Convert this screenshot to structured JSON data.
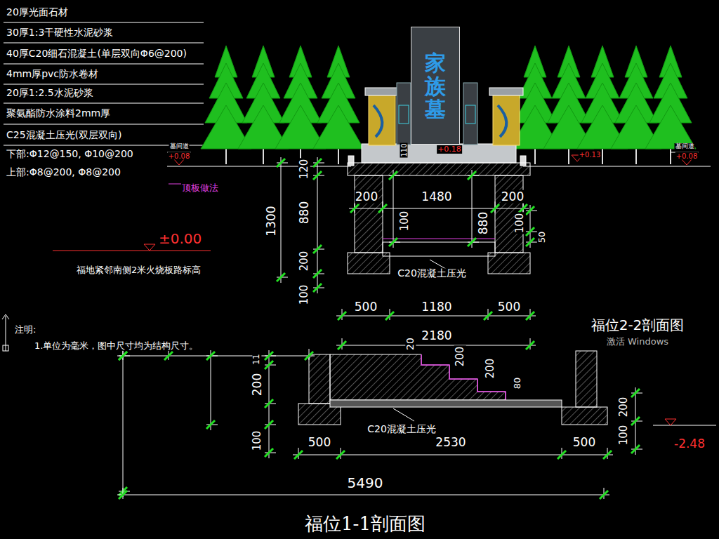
{
  "diagram": {
    "caption": "福位1-1剖面图",
    "nodes": [
      {
        "text": [
          "家族墓"
        ]
      }
    ],
    "labels": [
      "20厚光面石材",
      "30厚1:3干硬性水泥砂浆",
      "40厚C20细石混凝土(单层双向Φ6@200)",
      "4mm厚pvc防水卷材",
      "20厚1:2.5水泥砂浆",
      "聚氨酯防水涂料2mm厚",
      "C25混凝土压光(双层双向)",
      "下部:Φ12@150, Φ10@200",
      "上部:Φ8@200, Φ8@200",
      "顶板做法",
      "±0.00",
      "福地紧邻南侧2米火烧板路标高",
      "注明:",
      "1.单位为毫米，图中尺寸均为结构尺寸。",
      "墓间道",
      "+0.08",
      "110",
      "+0.18",
      "+0.13",
      "墓间道",
      "+0.08",
      "120",
      "1300",
      "880",
      "200",
      "100",
      "200",
      "1480",
      "200",
      "100",
      "880",
      "100",
      "50",
      "C20混凝土压光",
      "500",
      "1180",
      "500",
      "2180",
      "福位2-2剖面图",
      "激活 Windows",
      "11",
      "200",
      "100",
      "20",
      "200",
      "200",
      "80",
      "C20混凝土压光",
      "200",
      "100",
      "-2.48",
      "500",
      "2530",
      "500",
      "5490"
    ]
  }
}
